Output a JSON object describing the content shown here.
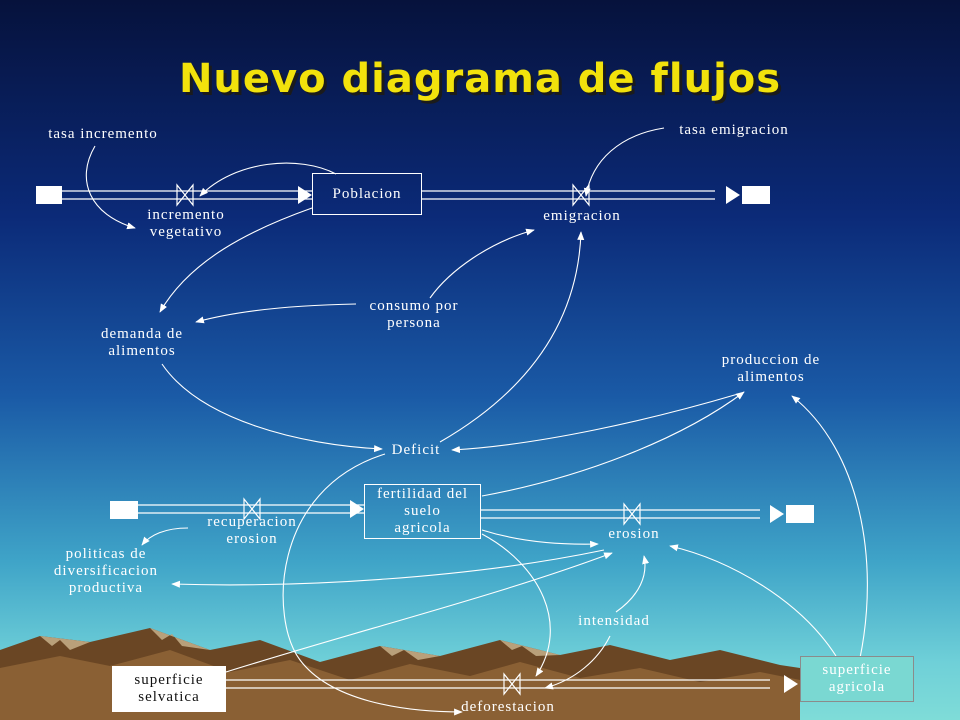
{
  "title": "Nuevo diagrama de flujos",
  "colors": {
    "title": "#f2e20c",
    "line": "#ffffff",
    "background_top": "#06123c",
    "background_bottom": "#7fdcd8"
  },
  "stocks": {
    "poblacion": "Poblacion",
    "fertilidad": "fertilidad del\nsuelo\nagricola",
    "superficie_selvatica": "superficie\nselvatica",
    "superficie_agricola": "superficie\nagricola"
  },
  "flows": {
    "incremento_vegetativo": "incremento\nvegetativo",
    "emigracion": "emigracion",
    "recuperacion_erosion": "recuperacion\nerosion",
    "erosion": "erosion",
    "deforestacion": "deforestacion"
  },
  "variables": {
    "tasa_incremento": "tasa incremento",
    "tasa_emigracion": "tasa emigracion",
    "consumo_por_persona": "consumo por\npersona",
    "demanda_alimentos": "demanda de\nalimentos",
    "produccion_alimentos": "produccion de\nalimentos",
    "deficit": "Deficit",
    "politicas": "politicas de\ndiversificacion\nproductiva",
    "intensidad": "intensidad"
  }
}
